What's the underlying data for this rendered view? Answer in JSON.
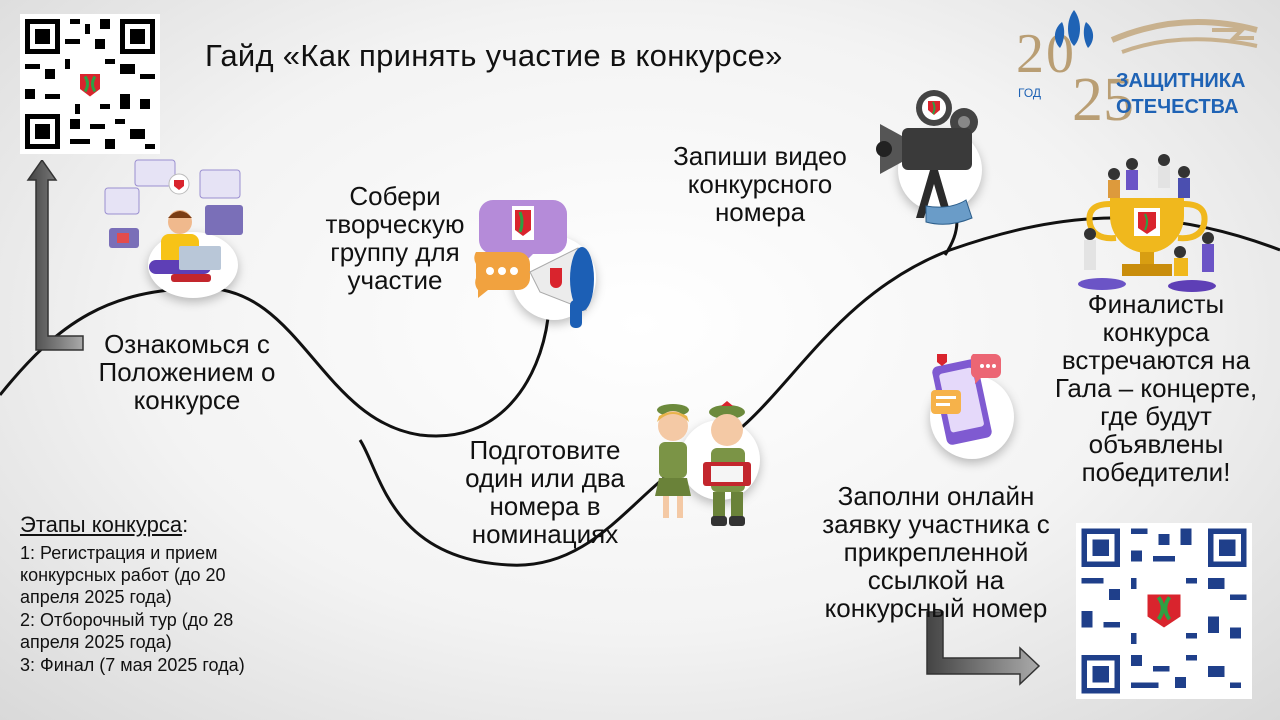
{
  "title": "Гайд «Как принять участие в конкурсе»",
  "logo": {
    "text_year_label": "ГОД",
    "text_line1": "ЗАЩИТНИКА",
    "text_line2": "ОТЕЧЕСТВА"
  },
  "steps": {
    "step1": [
      "Ознакомься с",
      "Положением о",
      "конкурсе"
    ],
    "step2": [
      "Собери",
      "творческую",
      "группу для",
      "участие"
    ],
    "step3": [
      "Подготовите",
      "один или два",
      "номера в",
      "номинациях"
    ],
    "step4": [
      "Запиши видео",
      "конкурсного",
      "номера"
    ],
    "step5": [
      "Заполни онлайн",
      "заявку участника с",
      "прикрепленной",
      "ссылкой на",
      "конкурсный номер"
    ],
    "step6": [
      "Финалисты",
      "конкурса",
      "встречаются на",
      "Гала – концерте,",
      "где будут",
      "объявлены",
      "победители!"
    ]
  },
  "stages": {
    "heading": "Этапы конкурса",
    "colon": ":",
    "lines": [
      "1: Регистрация и прием",
      "конкурсных работ (до 20",
      "апреля 2025 года)",
      "2: Отборочный тур (до 28",
      "апреля 2025 года)",
      "3: Финал (7 мая 2025 года)"
    ]
  },
  "colors": {
    "logo_blue": "#1f63b5",
    "logo_gold": "#b99e74",
    "accent_green": "#2ea043",
    "accent_red": "#d9242d"
  }
}
